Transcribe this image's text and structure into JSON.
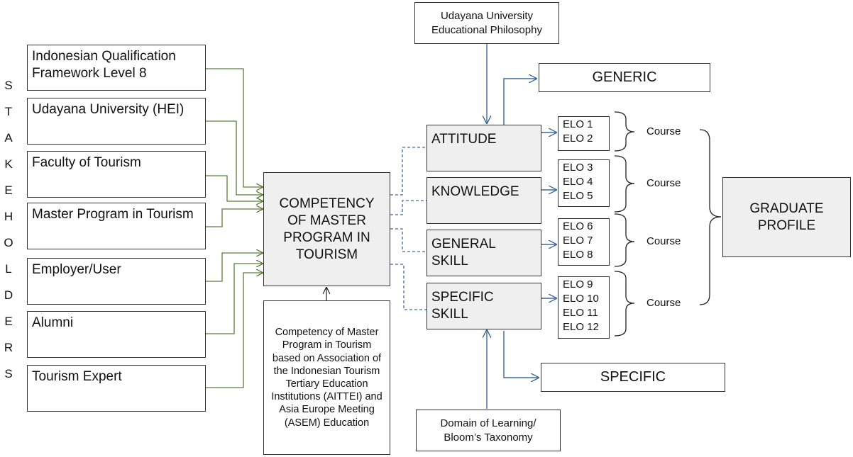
{
  "stakeholders_label": [
    "S",
    "T",
    "A",
    "K",
    "E",
    "H",
    "O",
    "L",
    "D",
    "E",
    "R",
    "S"
  ],
  "stakeholders": [
    "Indonesian Qualification Framework Level 8",
    "Udayana University (HEI)",
    "Faculty of Tourism",
    "Master Program in Tourism",
    "Employer/User",
    "Alumni",
    "Tourism Expert"
  ],
  "competency": "COMPETENCY OF MASTER PROGRAM IN TOURISM",
  "competency_basis": "Competency of Master Program in Tourism based on Association of the Indonesian Tourism Tertiary Education Institutions (AITTEI) and Asia Europe Meeting (ASEM) Education",
  "philosophy": "Udayana University Educational Philosophy",
  "bloom": "Domain of Learning/ Bloom’s Taxonomy",
  "generic": "GENERIC",
  "specific": "SPECIFIC",
  "domains": [
    "ATTITUDE",
    "KNOWLEDGE",
    "GENERAL SKILL",
    "SPECIFIC SKILL"
  ],
  "elo_groups": [
    [
      "ELO 1",
      "ELO 2"
    ],
    [
      "ELO 3",
      "ELO 4",
      "ELO 5"
    ],
    [
      "ELO 6",
      "ELO 7",
      "ELO 8"
    ],
    [
      "ELO 9",
      "ELO 10",
      "ELO 11",
      "ELO 12"
    ]
  ],
  "course_label": "Course",
  "graduate_profile": "GRADUATE PROFILE",
  "colors": {
    "stakeholder_arrows": "#5a7d3a",
    "flow_arrows": "#3d6a9a",
    "dashed": "#3d6a9a"
  }
}
